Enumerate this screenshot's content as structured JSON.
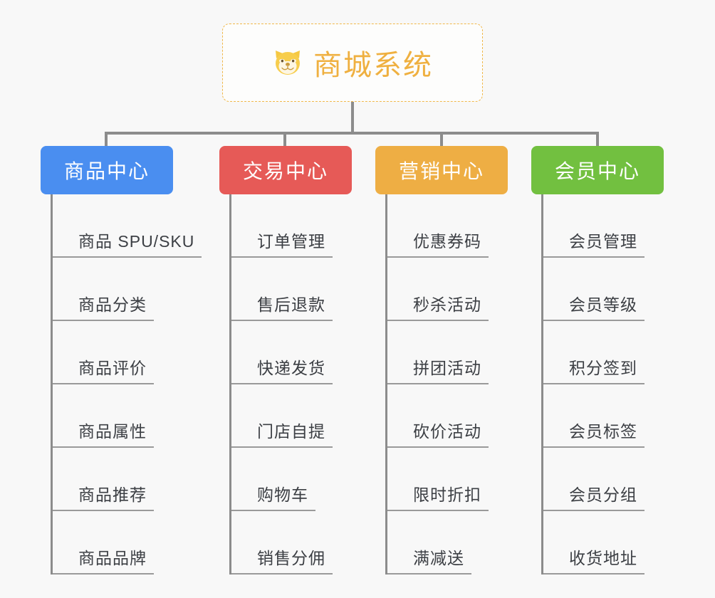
{
  "page": {
    "title": "商城系统",
    "background_color": "#f8f8f8",
    "type": "mind-map"
  },
  "root": {
    "label": "商城系统",
    "icon": "dog-face-icon",
    "border_color": "#f0b84a",
    "text_color": "#efb040",
    "background_color": "#fdfdfc"
  },
  "connector": {
    "color": "#8c8c8c"
  },
  "branches": [
    {
      "label": "商品中心",
      "color": "#4a8ef0",
      "items": [
        {
          "label": "商品 SPU/SKU"
        },
        {
          "label": "商品分类"
        },
        {
          "label": "商品评价"
        },
        {
          "label": "商品属性"
        },
        {
          "label": "商品推荐"
        },
        {
          "label": "商品品牌"
        }
      ]
    },
    {
      "label": "交易中心",
      "color": "#e65a57",
      "items": [
        {
          "label": "订单管理"
        },
        {
          "label": "售后退款"
        },
        {
          "label": "快递发货"
        },
        {
          "label": "门店自提"
        },
        {
          "label": "购物车"
        },
        {
          "label": "销售分佣"
        }
      ]
    },
    {
      "label": "营销中心",
      "color": "#eeae44",
      "items": [
        {
          "label": "优惠券码"
        },
        {
          "label": "秒杀活动"
        },
        {
          "label": "拼团活动"
        },
        {
          "label": "砍价活动"
        },
        {
          "label": "限时折扣"
        },
        {
          "label": "满减送"
        }
      ]
    },
    {
      "label": "会员中心",
      "color": "#72c040",
      "items": [
        {
          "label": "会员管理"
        },
        {
          "label": "会员等级"
        },
        {
          "label": "积分签到"
        },
        {
          "label": "会员标签"
        },
        {
          "label": "会员分组"
        },
        {
          "label": "收货地址"
        }
      ]
    }
  ]
}
